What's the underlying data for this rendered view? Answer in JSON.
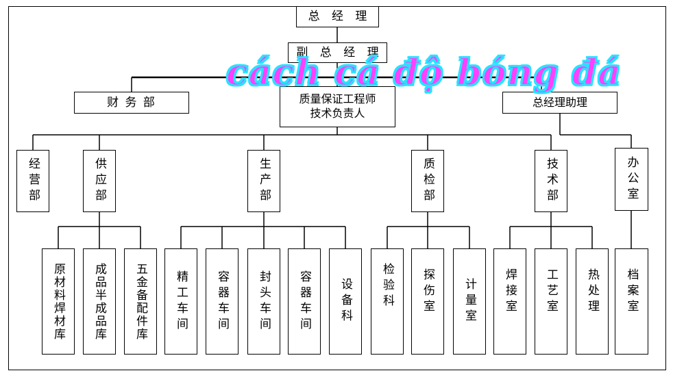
{
  "chart": {
    "top": {
      "general_manager": "总 经 理",
      "deputy_general_manager": "副 总 经 理"
    },
    "second": {
      "finance": "财  务  部",
      "quality_engineer_line1": "质量保证工程师",
      "quality_engineer_line2": "技术负责人",
      "gm_assistant": "总经理助理"
    },
    "departments": [
      {
        "key": "business",
        "label": "经营部"
      },
      {
        "key": "supply",
        "label": "供应部"
      },
      {
        "key": "production",
        "label": "生产部"
      },
      {
        "key": "quality_inspection",
        "label": "质检部"
      },
      {
        "key": "technology",
        "label": "技术部"
      },
      {
        "key": "office",
        "label": "办公室"
      }
    ],
    "units": {
      "supply": [
        "原材料焊材库",
        "成品半成品库",
        "五金备配件库"
      ],
      "production": [
        "精工车间",
        "容器车间",
        "封头车间",
        "容器车间",
        "设备科"
      ],
      "quality_inspection": [
        "检验科",
        "探伤室",
        "计量室"
      ],
      "technology": [
        "焊接室",
        "工艺室",
        "热处理"
      ],
      "office": [
        "档案室"
      ]
    }
  },
  "overlay_text": "cách cá độ bóng đá"
}
